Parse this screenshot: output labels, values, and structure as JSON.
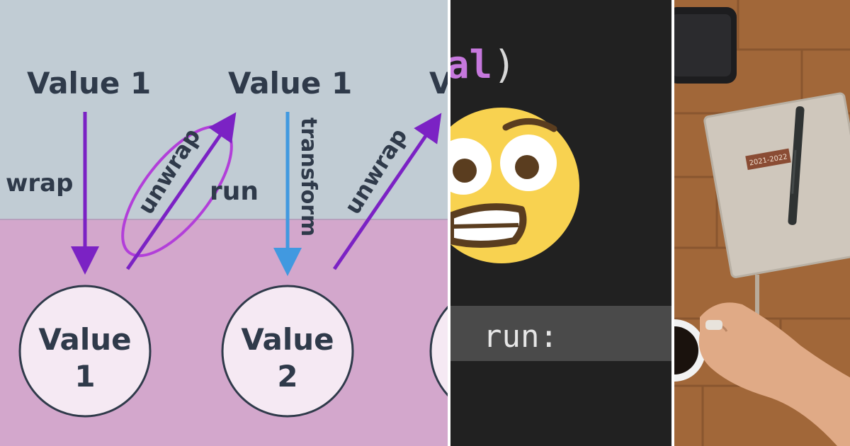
{
  "diagram": {
    "top_values": [
      "Value 1",
      "Value 1",
      "V"
    ],
    "edge_labels": {
      "wrap": "wrap",
      "unwrap_1": "unwrap",
      "run": "run",
      "transform": "transform",
      "unwrap_2": "unwrap"
    },
    "nodes": [
      {
        "line1": "Value",
        "line2": "1"
      },
      {
        "line1": "Value",
        "line2": "2"
      }
    ],
    "colors": {
      "top_band": "#c1ccd4",
      "bottom_band": "#d3a7cc",
      "arrow_purple": "#7b22c4",
      "arrow_blue": "#4199e0",
      "highlight_ring": "#b23fd9",
      "node_fill": "#f5e9f3",
      "text": "#2f3a4a"
    }
  },
  "code_panel": {
    "line1_keyword": "al",
    "line1_paren": ")",
    "run_text": "run:",
    "emoji": "flushed-face-emoji",
    "colors": {
      "bg": "#212121",
      "keyword": "#c678dd",
      "bar": "#4a4a4a"
    }
  },
  "photo": {
    "planner_label": "2021-2022",
    "subject": "notebook-with-pen-and-coffee-on-wooden-desk",
    "colors": {
      "wood": "#9b6236",
      "notebook": "#cfc7bc",
      "label": "#8a4c34"
    }
  }
}
